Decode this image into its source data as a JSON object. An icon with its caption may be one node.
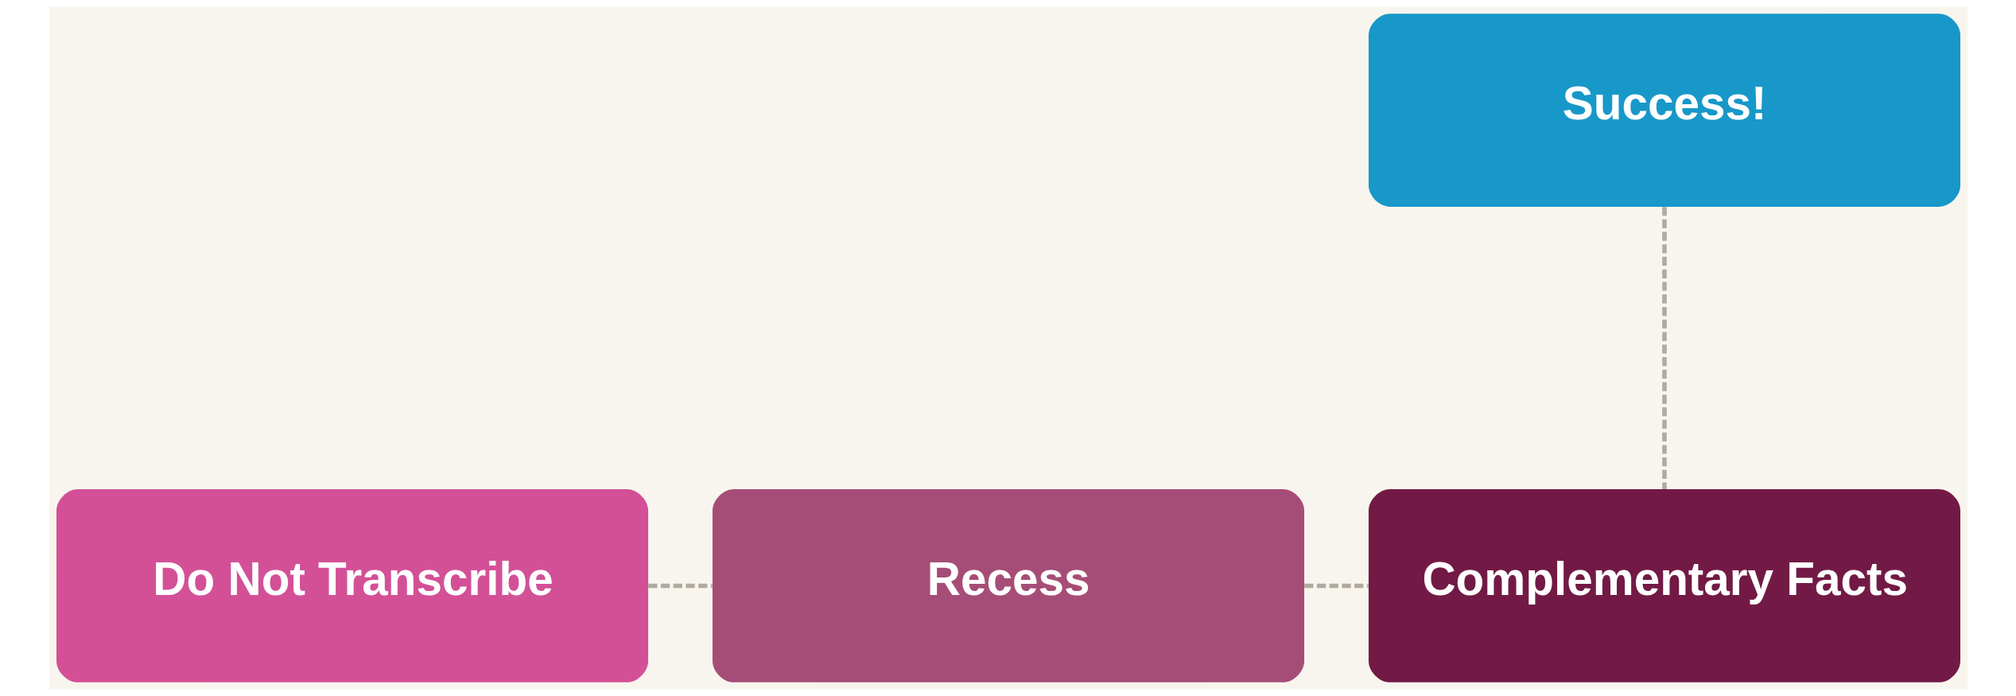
{
  "diagram": {
    "nodes": [
      {
        "text": [
          "Success!"
        ]
      },
      {
        "text": [
          "Do Not Transcribe"
        ]
      },
      {
        "text": [
          "Recess"
        ]
      },
      {
        "text": [
          "Complementary Facts"
        ]
      }
    ],
    "edges": [
      {
        "from": 1,
        "to": 2,
        "arrow": "none",
        "style": "dashed"
      },
      {
        "from": 2,
        "to": 3,
        "arrow": "none",
        "style": "dashed"
      },
      {
        "from": 0,
        "to": 3,
        "arrow": "none",
        "style": "dashed"
      }
    ]
  }
}
